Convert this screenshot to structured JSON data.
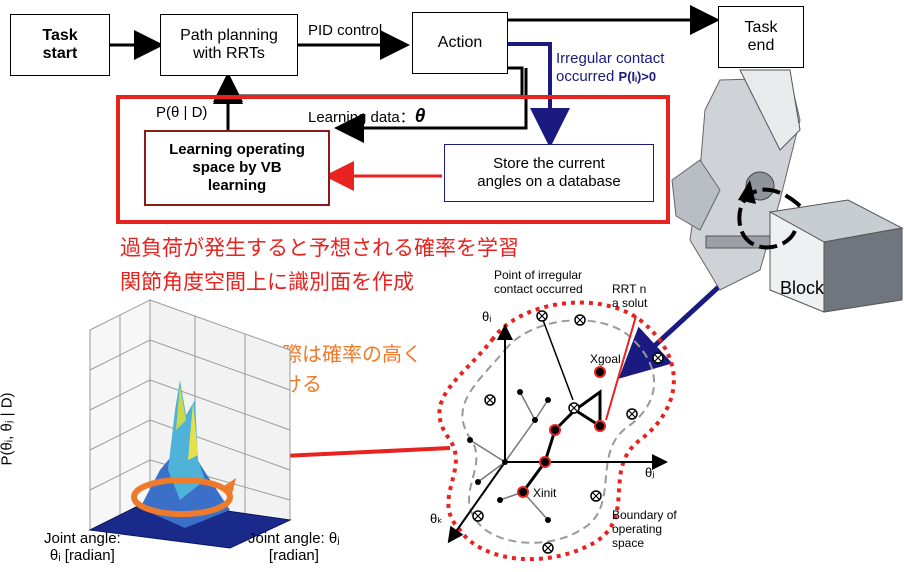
{
  "flow": {
    "task_start": [
      "Task",
      "start"
    ],
    "path_planning": [
      "Path planning",
      "with RRTs"
    ],
    "pid_label": "PID control",
    "action": "Action",
    "task_end": [
      "Task",
      "end"
    ],
    "irregular": [
      "Irregular contact",
      "occurred"
    ],
    "irregular_prob": "P(Iᵢ)>0",
    "prob_label": "P(θ | D)",
    "learning_data": "Learning data：",
    "theta": "θ",
    "learning_box": [
      "Learning operating",
      "space by VB",
      "learning"
    ],
    "store_box": [
      "Store the current",
      "angles on a database"
    ]
  },
  "japanese": {
    "line1": "過負荷が発生すると予想される確率を学習",
    "line2": "関節角度空間上に識別面を作成",
    "line3a": "経路計画の際は確率の高く",
    "line3b": "なる点を避ける"
  },
  "plot": {
    "ylabel": "P(θᵢ, θⱼ | D)",
    "xlabel1": [
      "Joint angle:",
      "θᵢ [radian]"
    ],
    "xlabel2": [
      "Joint angle: θⱼ",
      "[radian]"
    ]
  },
  "space": {
    "point_irregular": [
      "Point of irregular",
      "contact occurred"
    ],
    "rrt_note": [
      "RRT n",
      "a solut"
    ],
    "xgoal": "Xgoal",
    "xinit": "Xinit",
    "theta_i": "θᵢ",
    "theta_j": "θⱼ",
    "theta_k": "θₖ",
    "boundary": [
      "Boundary of",
      "operating",
      "space"
    ]
  },
  "robot": {
    "block_label": "Block"
  },
  "colors": {
    "red": "#e8231f",
    "navy": "#1a1a80",
    "orange": "#f07a2c"
  }
}
